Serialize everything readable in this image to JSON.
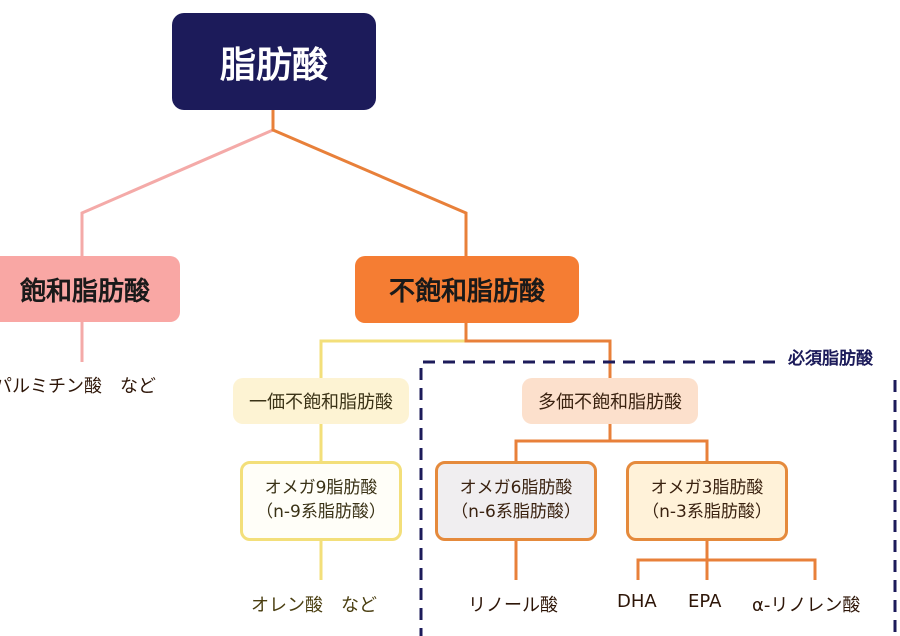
{
  "diagram": {
    "root": {
      "label": "脂肪酸"
    },
    "saturated": {
      "label": "飽和脂肪酸",
      "examples": "パルミチン酸　など"
    },
    "unsaturated": {
      "label": "不飽和脂肪酸",
      "monounsaturated": {
        "label": "一価不飽和脂肪酸",
        "omega9": {
          "line1": "オメガ9脂肪酸",
          "line2": "（n-9系脂肪酸）"
        },
        "examples": "オレン酸　など"
      },
      "polyunsaturated": {
        "label": "多価不飽和脂肪酸",
        "omega6": {
          "line1": "オメガ6脂肪酸",
          "line2": "（n-6系脂肪酸）",
          "examples": [
            "リノール酸"
          ]
        },
        "omega3": {
          "line1": "オメガ3脂肪酸",
          "line2": "（n-3系脂肪酸）",
          "examples": [
            "DHA",
            "EPA",
            "α-リノレン酸"
          ]
        }
      }
    },
    "essential_group": {
      "label": "必須脂肪酸"
    }
  },
  "colors": {
    "root": "#1c1b5a",
    "saturated": "#f9a7a4",
    "unsaturated": "#f57d33",
    "monounsaturated": "#fdf3d3",
    "polyunsaturated": "#fce0cc",
    "omega_line": "#e58a3c",
    "mono_line": "#f3df7a",
    "dashed_border": "#1c1b5a"
  }
}
